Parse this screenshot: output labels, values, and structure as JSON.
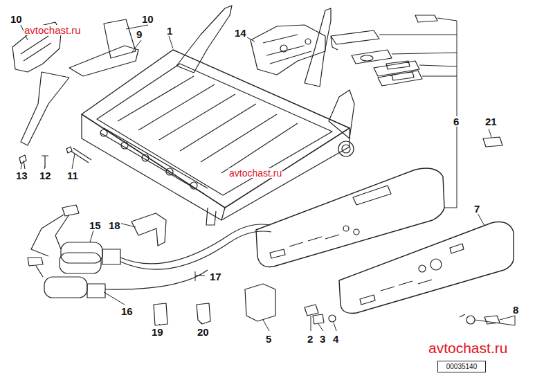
{
  "diagram": {
    "nodes": [
      {
        "text": [
          "00035140"
        ]
      }
    ],
    "labels": [
      "10",
      "avtochast.ru",
      "10",
      "9",
      "1",
      "14",
      "6",
      "21",
      "7",
      "avtochast.ru",
      "13",
      "12",
      "11",
      "15",
      "18",
      "17",
      "16",
      "5",
      "2",
      "3",
      "4",
      "8",
      "19",
      "20",
      "avtochast.ru"
    ]
  }
}
